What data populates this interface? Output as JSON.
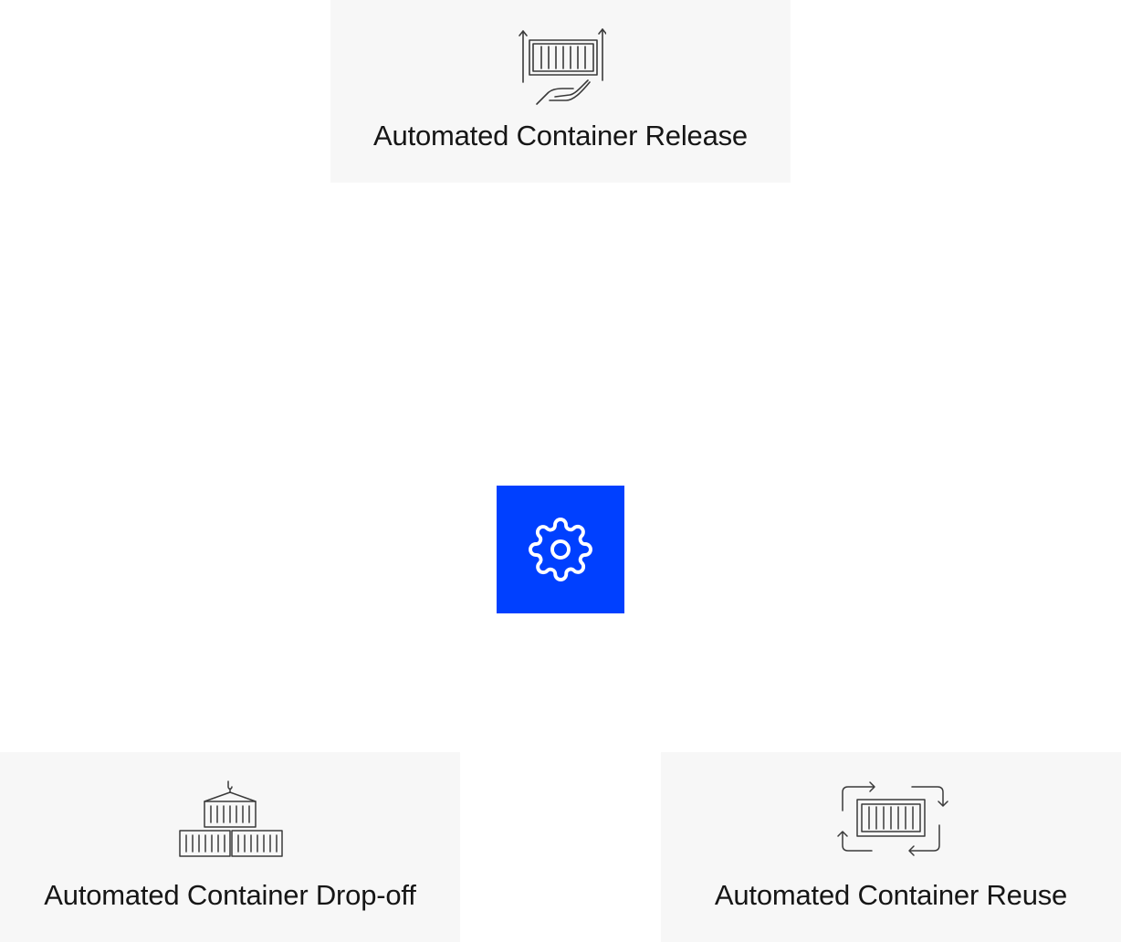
{
  "colors": {
    "card_background": "#f7f7f7",
    "hub_background": "#0040ff",
    "hub_icon": "#ffffff",
    "icon_stroke": "#3a3a3a",
    "text": "#161616"
  },
  "hub": {
    "icon": "gear-icon"
  },
  "cards": {
    "release": {
      "label": "Automated Container Release",
      "icon": "container-release-hand-icon"
    },
    "dropoff": {
      "label": "Automated Container Drop-off",
      "icon": "container-dropoff-crane-icon"
    },
    "reuse": {
      "label": "Automated Container Reuse",
      "icon": "container-reuse-cycle-icon"
    }
  }
}
